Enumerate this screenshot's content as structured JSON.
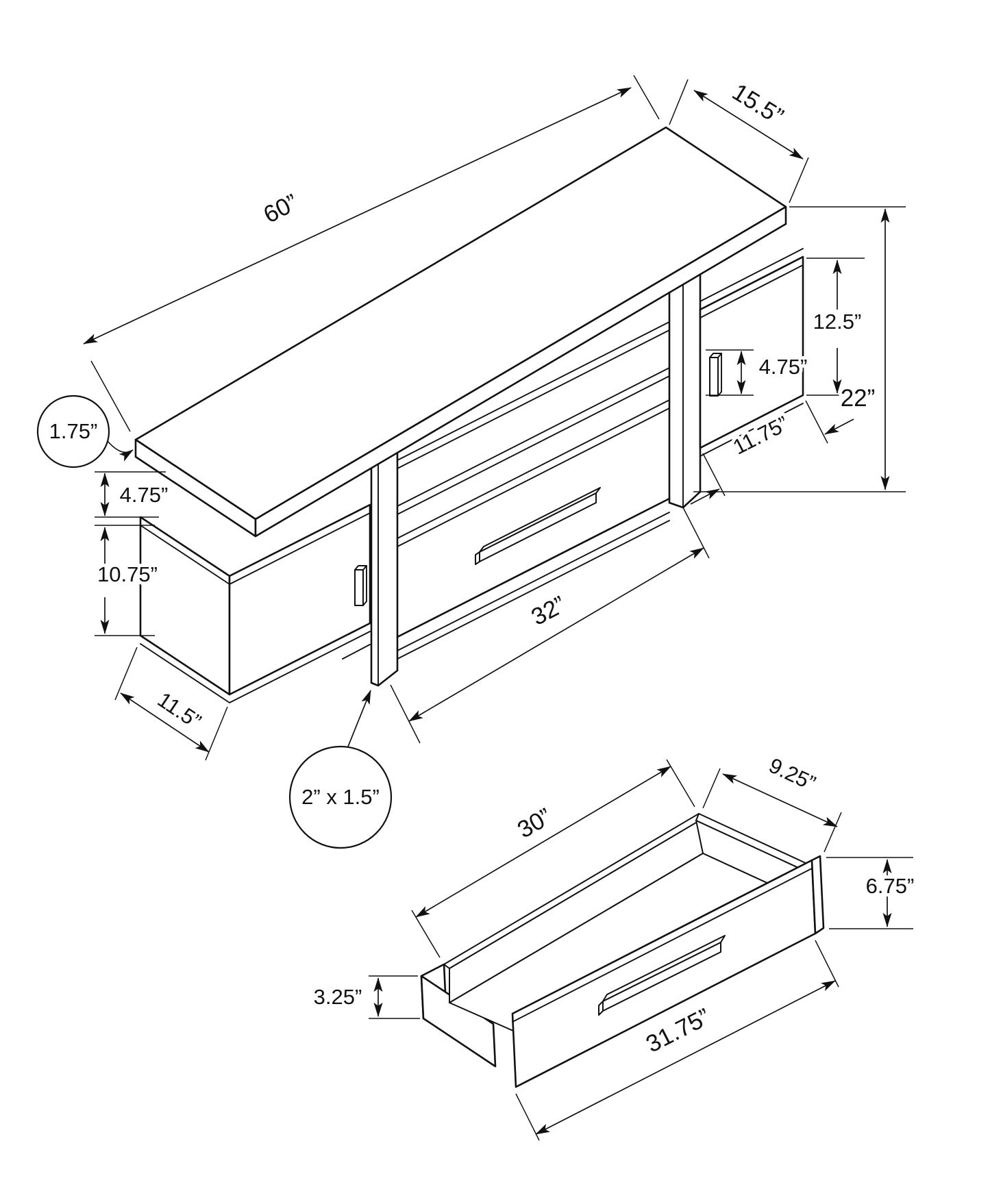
{
  "colors": {
    "ink": "#111111",
    "background": "#ffffff"
  },
  "main_view": {
    "top_length": "60”",
    "top_depth": "15.5”",
    "top_thickness": "1.75”",
    "gap_below_top": "4.75”",
    "left_cabinet_height": "10.75”",
    "left_cabinet_depth": "11.5”",
    "leg_size": "2” x 1.5”",
    "drawer_opening": "32”",
    "handle_length": "4.75”",
    "right_door_width": "11.75”",
    "right_cabinet_height": "12.5”",
    "overall_height": "22”"
  },
  "drawer_view": {
    "inner_length": "30”",
    "inner_width": "9.25”",
    "front_height": "6.75”",
    "side_height": "3.25”",
    "overall_length": "31.75”"
  }
}
